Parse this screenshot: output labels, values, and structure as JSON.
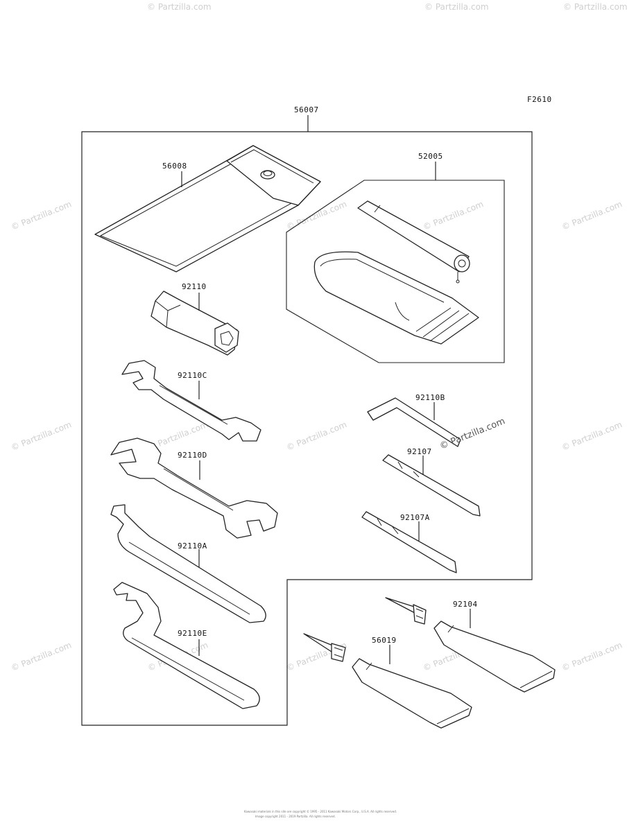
{
  "figure_code": "F2610",
  "assembly": {
    "kit_number": "56007"
  },
  "parts": [
    {
      "id": "pouch",
      "number": "56008"
    },
    {
      "id": "grease-set",
      "number": "52005"
    },
    {
      "id": "socket-wrench",
      "number": "92110"
    },
    {
      "id": "wrench-c",
      "number": "92110C"
    },
    {
      "id": "wrench-d",
      "number": "92110D"
    },
    {
      "id": "hook-wrench-a",
      "number": "92110A"
    },
    {
      "id": "hook-wrench-e",
      "number": "92110E"
    },
    {
      "id": "hex-key",
      "number": "92110B"
    },
    {
      "id": "screwdriver",
      "number": "92107"
    },
    {
      "id": "screwdriver-a",
      "number": "92107A"
    },
    {
      "id": "tube-92104",
      "number": "92104"
    },
    {
      "id": "tube-56019",
      "number": "56019"
    }
  ],
  "watermark": "© Partzilla.com",
  "watermark_overlay": "© Partzilla.com",
  "footer": {
    "line1": "Kawasaki materials in this site are copyright © 1995 - 2011 Kawasaki Motors Corp., U.S.A. All rights reserved.",
    "line2": "Image copyright 2011 - 2019 Partzilla. All rights reserved."
  }
}
